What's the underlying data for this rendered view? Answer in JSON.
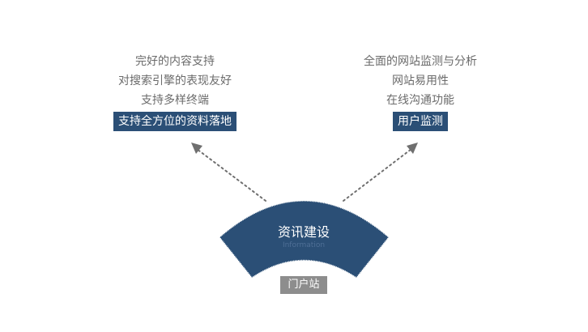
{
  "left_group": {
    "lines": [
      "完好的内容支持",
      "对搜索引擎的表现友好",
      "支持多样终端"
    ],
    "highlight": "支持全方位的资料落地"
  },
  "right_group": {
    "lines": [
      "全面的网站监测与分析",
      "网站易用性",
      "在线沟通功能"
    ],
    "highlight": "用户监测"
  },
  "center": {
    "title": "资讯建设",
    "subtitle": "Information"
  },
  "portal_label": "门户站",
  "colors": {
    "accent": "#2b4f76",
    "text": "#6b6b6b",
    "portal": "#8d8d8d",
    "arrow": "#6f6f6f"
  }
}
